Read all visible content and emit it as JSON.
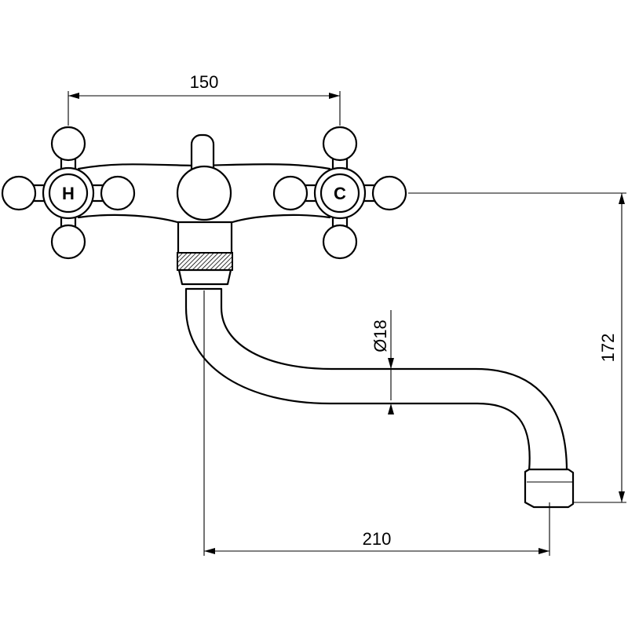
{
  "dimensions": {
    "handle_spacing": "150",
    "spout_reach": "210",
    "spout_height": "172",
    "spout_diameter": "Ø18"
  },
  "handles": {
    "hot_label": "H",
    "cold_label": "C"
  },
  "colors": {
    "line": "#000000",
    "background": "#ffffff"
  }
}
